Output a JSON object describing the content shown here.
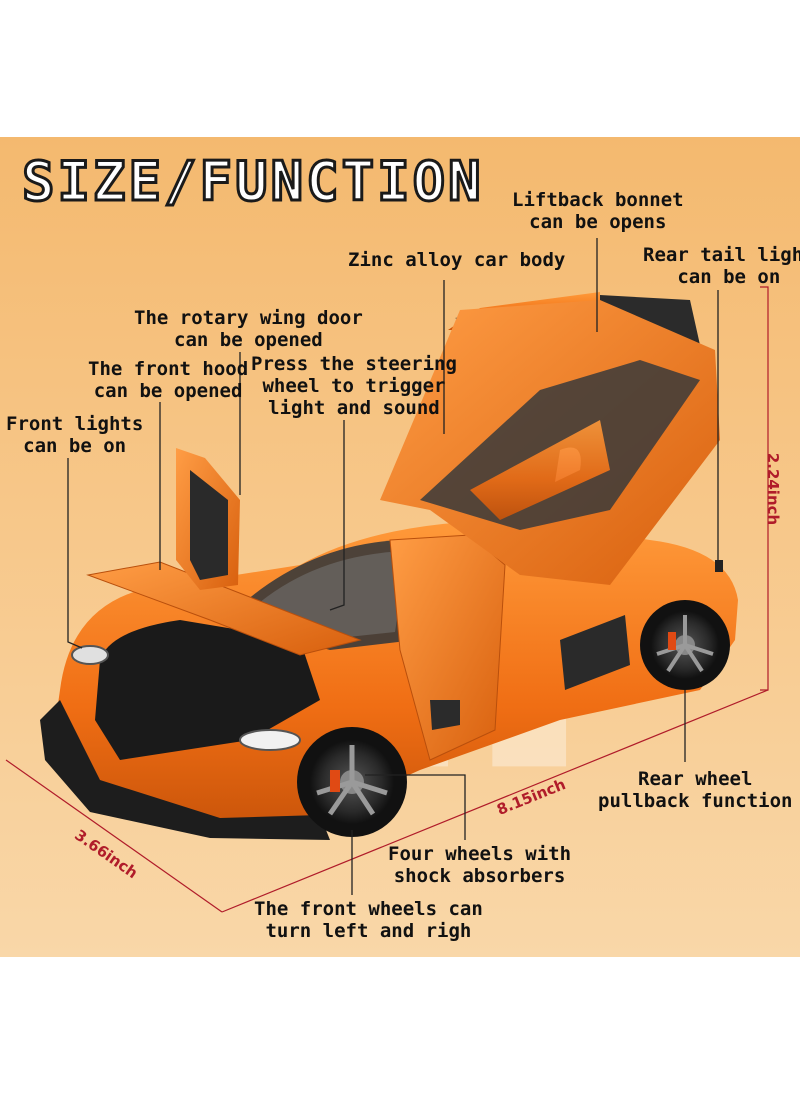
{
  "title": "SIZE/FUNCTION",
  "callouts": {
    "liftback": [
      "Liftback bonnet",
      "can be opens"
    ],
    "zinc": [
      "Zinc alloy car body"
    ],
    "rear_tail": [
      "Rear tail light",
      "can be on"
    ],
    "rotary": [
      "The rotary wing door",
      "can be opened"
    ],
    "front_hood": [
      "The front hood",
      "can be opened"
    ],
    "steering": [
      "Press the steering",
      "wheel to trigger",
      "light and sound"
    ],
    "front_lights": [
      "Front lights",
      "can be on"
    ],
    "rear_wheel": [
      "Rear wheel",
      "pullback function"
    ],
    "four_wheels": [
      "Four wheels with",
      "shock absorbers"
    ],
    "front_wheels": [
      "The front wheels can",
      "turn left and righ"
    ]
  },
  "dimensions": {
    "height": "2.24inch",
    "length": "8.15inch",
    "width": "3.66inch"
  },
  "colors": {
    "panel": "#f7c789",
    "car_body": "#f07a1c",
    "dimension_lines": "#b01c2a"
  }
}
